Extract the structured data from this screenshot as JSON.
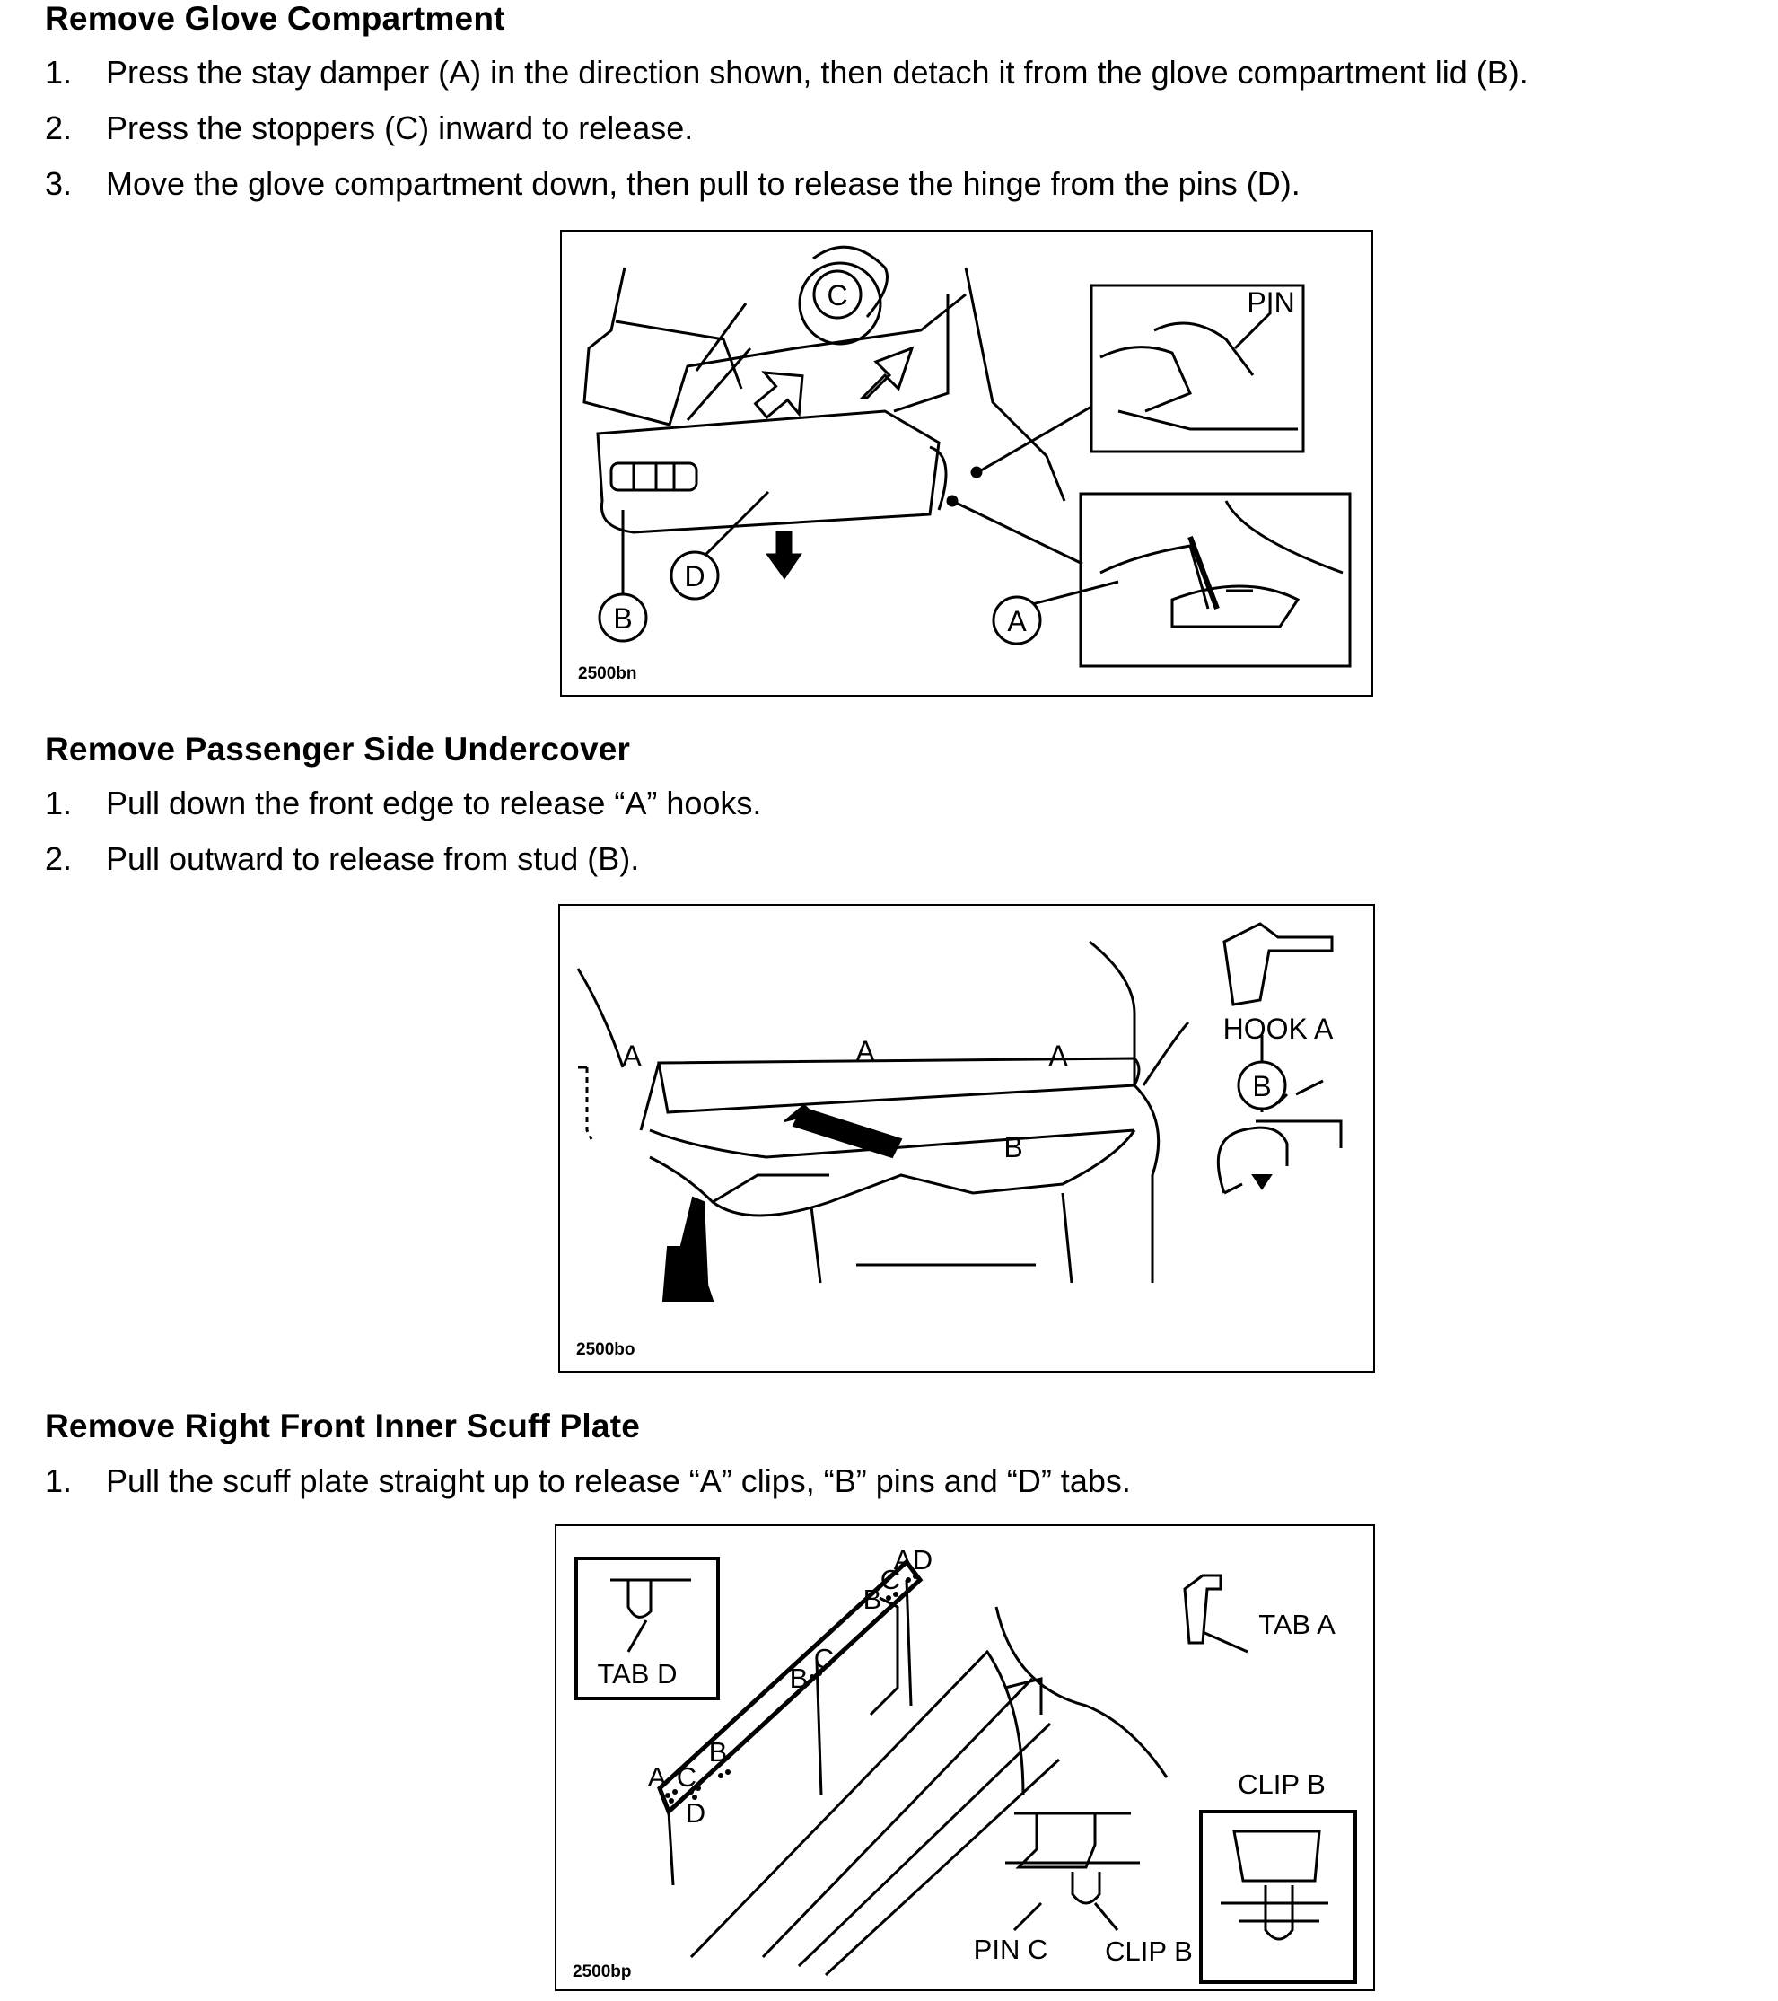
{
  "sections": [
    {
      "title": "Remove Glove Compartment",
      "steps": [
        {
          "num": "1.",
          "text": "Press the stay damper (A) in the direction shown, then detach it from the glove compartment lid (B)."
        },
        {
          "num": "2.",
          "text": "Press the stoppers (C) inward to release."
        },
        {
          "num": "3.",
          "text": "Move the glove compartment down, then pull to release the hinge from the pins (D)."
        }
      ],
      "figure": {
        "code": "2500bn",
        "labels": {
          "a": "A",
          "b": "B",
          "c": "C",
          "d": "D",
          "pin": "PIN"
        }
      }
    },
    {
      "title": "Remove Passenger Side Undercover",
      "steps": [
        {
          "num": "1.",
          "text": "Pull down the front edge to release “A” hooks."
        },
        {
          "num": "2.",
          "text": "Pull outward to release from stud (B)."
        }
      ],
      "figure": {
        "code": "2500bo",
        "labels": {
          "a": "A",
          "b": "B",
          "hook_a": "HOOK A"
        }
      }
    },
    {
      "title": "Remove Right Front Inner Scuff Plate",
      "steps": [
        {
          "num": "1.",
          "text": "Pull the scuff plate straight up to release “A” clips, “B” pins and “D” tabs."
        }
      ],
      "figure": {
        "code": "2500bp",
        "labels": {
          "a": "A",
          "b": "B",
          "c": "C",
          "d": "D",
          "tab_d": "TAB D",
          "tab_a": "TAB A",
          "clip_b": "CLIP B",
          "pin_c": "PIN C"
        }
      }
    }
  ]
}
